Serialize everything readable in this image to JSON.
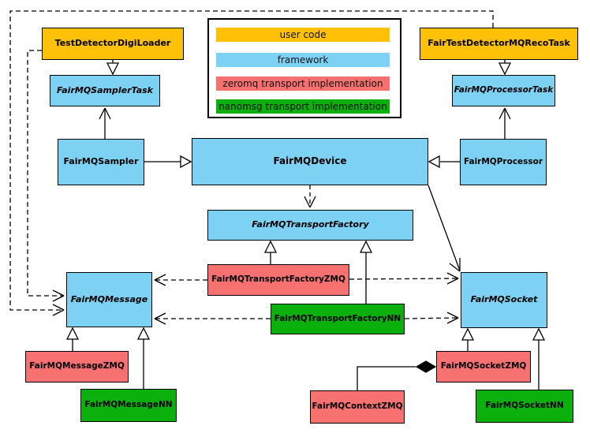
{
  "legend": {
    "items": [
      {
        "label": "user code",
        "category": "user-code",
        "color": "#FFC107"
      },
      {
        "label": "framework",
        "category": "framework",
        "color": "#7DD2F4"
      },
      {
        "label": "zeromq transport implementation",
        "category": "zeromq",
        "color": "#F87171"
      },
      {
        "label": "nanomsg transport implementation",
        "category": "nanomsg",
        "color": "#0CB00C"
      }
    ]
  },
  "nodes": {
    "testDetectorDigiLoader": {
      "label": "TestDetectorDigiLoader",
      "category": "user-code",
      "abstract": false
    },
    "fairTestDetectorMQRecoTask": {
      "label": "FairTestDetectorMQRecoTask",
      "category": "user-code",
      "abstract": false
    },
    "fairMQSamplerTask": {
      "label": "FairMQSamplerTask",
      "category": "framework",
      "abstract": true
    },
    "fairMQProcessorTask": {
      "label": "FairMQProcessorTask",
      "category": "framework",
      "abstract": true
    },
    "fairMQSampler": {
      "label": "FairMQSampler",
      "category": "framework",
      "abstract": false
    },
    "fairMQDevice": {
      "label": "FairMQDevice",
      "category": "framework",
      "abstract": false
    },
    "fairMQProcessor": {
      "label": "FairMQProcessor",
      "category": "framework",
      "abstract": false
    },
    "fairMQTransportFactory": {
      "label": "FairMQTransportFactory",
      "category": "framework",
      "abstract": true
    },
    "fairMQTransportFactoryZMQ": {
      "label": "FairMQTransportFactoryZMQ",
      "category": "zeromq",
      "abstract": false
    },
    "fairMQTransportFactoryNN": {
      "label": "FairMQTransportFactoryNN",
      "category": "nanomsg",
      "abstract": false
    },
    "fairMQMessage": {
      "label": "FairMQMessage",
      "category": "framework",
      "abstract": true
    },
    "fairMQSocket": {
      "label": "FairMQSocket",
      "category": "framework",
      "abstract": true
    },
    "fairMQMessageZMQ": {
      "label": "FairMQMessageZMQ",
      "category": "zeromq",
      "abstract": false
    },
    "fairMQMessageNN": {
      "label": "FairMQMessageNN",
      "category": "nanomsg",
      "abstract": false
    },
    "fairMQContextZMQ": {
      "label": "FairMQContextZMQ",
      "category": "zeromq",
      "abstract": false
    },
    "fairMQSocketZMQ": {
      "label": "FairMQSocketZMQ",
      "category": "zeromq",
      "abstract": false
    },
    "fairMQSocketNN": {
      "label": "FairMQSocketNN",
      "category": "nanomsg",
      "abstract": false
    }
  },
  "edges": [
    {
      "from": "TestDetectorDigiLoader",
      "to": "FairMQSamplerTask",
      "style": "solid-hollow-triangle"
    },
    {
      "from": "FairTestDetectorMQRecoTask",
      "to": "FairMQProcessorTask",
      "style": "solid-hollow-triangle"
    },
    {
      "from": "FairMQSampler",
      "to": "FairMQDevice",
      "style": "solid-hollow-triangle"
    },
    {
      "from": "FairMQProcessor",
      "to": "FairMQDevice",
      "style": "solid-hollow-triangle"
    },
    {
      "from": "FairMQSampler",
      "to": "FairMQSamplerTask",
      "style": "solid-open-arrow"
    },
    {
      "from": "FairMQProcessor",
      "to": "FairMQProcessorTask",
      "style": "solid-open-arrow"
    },
    {
      "from": "FairMQDevice",
      "to": "FairMQTransportFactory",
      "style": "dashed-open-arrow"
    },
    {
      "from": "FairMQDevice",
      "to": "FairMQSocket",
      "style": "solid-open-arrow"
    },
    {
      "from": "FairMQTransportFactoryZMQ",
      "to": "FairMQTransportFactory",
      "style": "solid-hollow-triangle"
    },
    {
      "from": "FairMQTransportFactoryNN",
      "to": "FairMQTransportFactory",
      "style": "solid-hollow-triangle"
    },
    {
      "from": "FairMQTransportFactoryZMQ",
      "to": "FairMQMessage",
      "style": "dashed-open-arrow"
    },
    {
      "from": "FairMQTransportFactoryZMQ",
      "to": "FairMQSocket",
      "style": "dashed-open-arrow"
    },
    {
      "from": "FairMQTransportFactoryNN",
      "to": "FairMQMessage",
      "style": "dashed-open-arrow"
    },
    {
      "from": "FairMQTransportFactoryNN",
      "to": "FairMQSocket",
      "style": "dashed-open-arrow"
    },
    {
      "from": "TestDetectorDigiLoader",
      "to": "FairMQMessage",
      "style": "dashed-open-arrow"
    },
    {
      "from": "FairTestDetectorMQRecoTask",
      "to": "FairMQMessage",
      "style": "dashed-open-arrow"
    },
    {
      "from": "FairMQMessageZMQ",
      "to": "FairMQMessage",
      "style": "solid-hollow-triangle"
    },
    {
      "from": "FairMQMessageNN",
      "to": "FairMQMessage",
      "style": "solid-hollow-triangle"
    },
    {
      "from": "FairMQSocketZMQ",
      "to": "FairMQSocket",
      "style": "solid-hollow-triangle"
    },
    {
      "from": "FairMQSocketNN",
      "to": "FairMQSocket",
      "style": "solid-hollow-triangle"
    },
    {
      "from": "FairMQContextZMQ",
      "to": "FairMQSocketZMQ",
      "style": "solid-filled-diamond"
    }
  ]
}
